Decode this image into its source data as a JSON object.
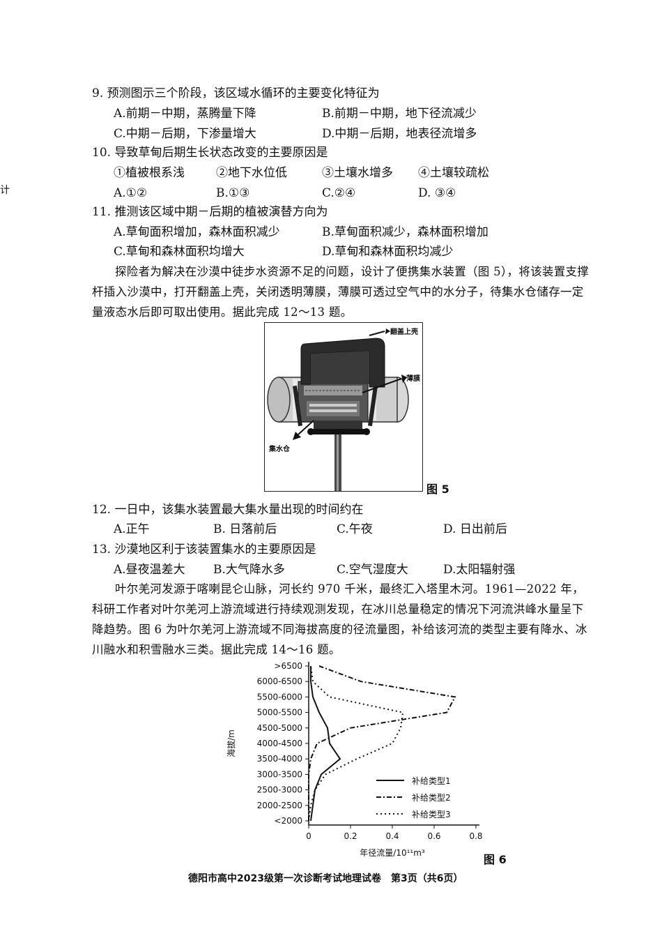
{
  "margin_mark": "计",
  "q9": {
    "stem": "9. 预测图示三个阶段，该区域水循环的主要变化特征为",
    "options": [
      "A.前期－中期，蒸腾量下降",
      "B.前期－中期，地下径流减少",
      "C.中期－后期，下渗量增大",
      "D.中期－后期，地表径流增多"
    ]
  },
  "q10": {
    "stem": "10. 导致草甸后期生长状态改变的主要原因是",
    "items": [
      "①植被根系浅",
      "②地下水位低",
      "③土壤水增多",
      "④土壤较疏松"
    ],
    "options": [
      "A.①②",
      "B.①③",
      "C.②④",
      "D. ③④"
    ]
  },
  "q11": {
    "stem": "11. 推测该区域中期－后期的植被演替方向为",
    "options": [
      "A.草甸面积增加，森林面积减少",
      "B.草甸面积减少，森林面积增加",
      "C.草甸和森林面积均增大",
      "D.草甸和森林面积均减少"
    ]
  },
  "passage1": "探险者为解决在沙漠中徒步水资源不足的问题，设计了便携集水装置（图 5），将该装置支撑杆插入沙漠中，打开翻盖上壳，关闭透明薄膜，薄膜可透过空气中的水分子，待集水仓储存一定量液态水后即可取出使用。据此完成 12～13 题。",
  "fig5": {
    "label": "图 5",
    "callouts": [
      "翻盖上壳",
      "薄膜",
      "集水仓"
    ]
  },
  "q12": {
    "stem": "12. 一日中，该集水装置最大集水量出现的时间约在",
    "options": [
      "A.正午",
      "B. 日落前后",
      "C.午夜",
      "D. 日出前后"
    ]
  },
  "q13": {
    "stem": "13. 沙漠地区利于该装置集水的主要原因是",
    "options": [
      "A.昼夜温差大",
      "B.大气降水多",
      "C.空气湿度大",
      "D.太阳辐射强"
    ]
  },
  "passage2": "叶尔羌河发源于喀喇昆仑山脉，河长约 970 千米，最终汇入塔里木河。1961—2022 年，科研工作者对叶尔羌河上游流域进行持续观测发现，在冰川总量稳定的情况下河流洪峰水量呈下降趋势。图 6 为叶尔羌河上游流域不同海拔高度的径流量图，补给该河流的类型主要有降水、冰川融水和积雪融水三类。据此完成 14～16 题。",
  "chart_data": {
    "type": "line",
    "title": "",
    "figure_label": "图 6",
    "ylabel": "海拔/m",
    "xlabel": "年径流量/10¹¹m³",
    "categories": [
      "<2000",
      "2000-2500",
      "2500-3000",
      "3000-3500",
      "3500-4000",
      "4000-4500",
      "4500-5000",
      "5000-5500",
      "5500-6000",
      "6000-6500",
      ">6500"
    ],
    "xlim": [
      0,
      0.8
    ],
    "xticks": [
      "0",
      "0.2",
      "0.4",
      "0.6",
      "0.8"
    ],
    "series": [
      {
        "name": "补给类型1",
        "style": "solid",
        "values": [
          0.01,
          0.02,
          0.03,
          0.06,
          0.15,
          0.1,
          0.09,
          0.05,
          0.02,
          0.01,
          0.01
        ]
      },
      {
        "name": "补给类型2",
        "style": "dashdot",
        "values": [
          0.0,
          0.0,
          0.0,
          0.0,
          0.01,
          0.04,
          0.2,
          0.66,
          0.7,
          0.25,
          0.05
        ]
      },
      {
        "name": "补给类型3",
        "style": "dotted",
        "values": [
          0.0,
          0.01,
          0.03,
          0.08,
          0.23,
          0.4,
          0.44,
          0.45,
          0.1,
          0.02,
          0.01
        ]
      }
    ],
    "legend_position": "bottom-right"
  },
  "footer": "德阳市高中2023级第一次诊断考试地理试卷　第3页（共6页）"
}
